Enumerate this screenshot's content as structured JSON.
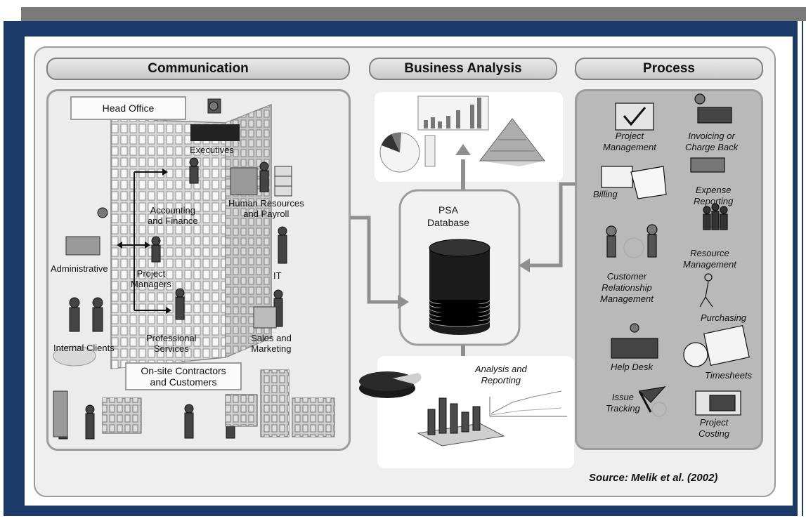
{
  "headers": {
    "communication": "Communication",
    "business_analysis": "Business Analysis",
    "process": "Process"
  },
  "communication": {
    "head_office": "Head Office",
    "executives": "Executives",
    "accounting_finance": [
      "Accounting",
      "and Finance"
    ],
    "human_resources": [
      "Human Resources",
      "and Payroll"
    ],
    "administrative": "Administrative",
    "project_managers": [
      "Project",
      "Managers"
    ],
    "it": "IT",
    "internal_clients": "Internal Clients",
    "professional_services": [
      "Professional",
      "Services"
    ],
    "sales_marketing": [
      "Sales and",
      "Marketing"
    ],
    "onsite": [
      "On-site Contractors",
      "and Customers"
    ]
  },
  "database": [
    "PSA",
    "Database"
  ],
  "analysis_reporting": [
    "Analysis and",
    "Reporting"
  ],
  "process": {
    "project_management": [
      "Project",
      "Management"
    ],
    "invoicing": [
      "Invoicing or",
      "Charge Back"
    ],
    "billing": "Billing",
    "expense_reporting": [
      "Expense",
      "Reporting"
    ],
    "customer_relationship": [
      "Customer",
      "Relationship",
      "Management"
    ],
    "resource_management": [
      "Resource",
      "Management"
    ],
    "purchasing": "Purchasing",
    "help_desk": "Help Desk",
    "timesheets": "Timesheets",
    "issue_tracking": [
      "Issue",
      "Tracking"
    ],
    "project_costing": [
      "Project",
      "Costing"
    ]
  },
  "source": "Source: Melik et al. (2002)",
  "colors": {
    "frame": "#1c3a69",
    "topbar": "#7a7a7a",
    "panel_bg": "#efefef",
    "process_bg": "#b9b9b9"
  }
}
